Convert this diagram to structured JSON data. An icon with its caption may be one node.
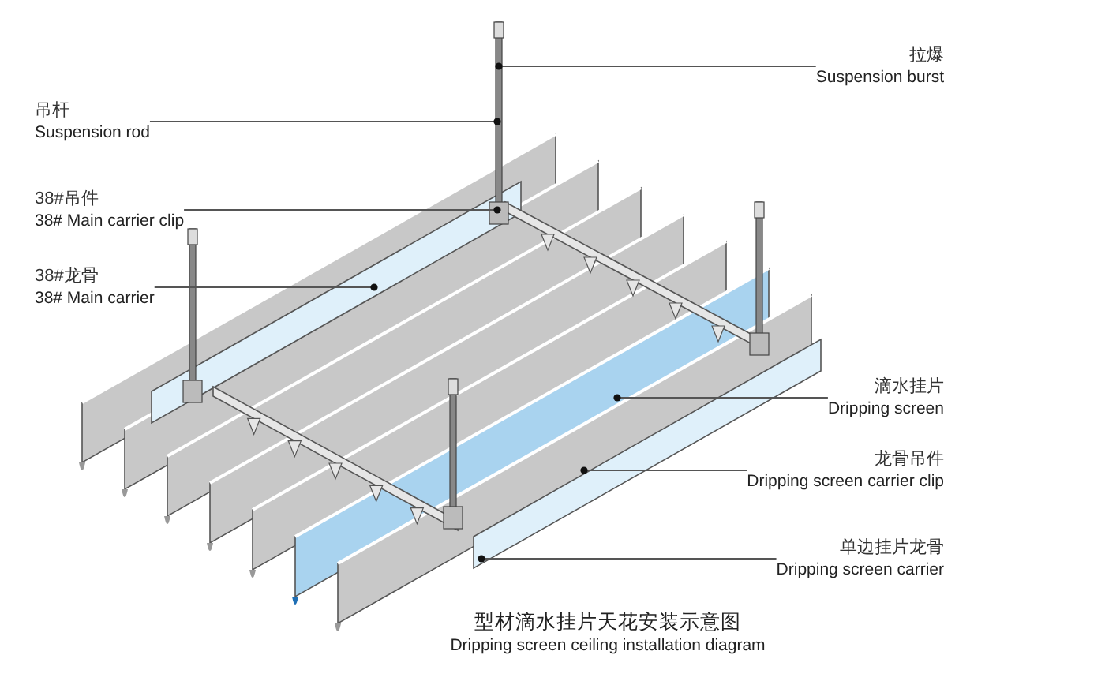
{
  "diagram": {
    "title": "型材滴水挂片天花安装示意图",
    "caption": "Dripping screen ceiling installation diagram",
    "nodes": [
      {
        "text": [
          "拉爆",
          "Suspension burst"
        ]
      },
      {
        "text": [
          "吊杆",
          "Suspension rod"
        ]
      },
      {
        "text": [
          "38#吊件",
          "38# Main carrier clip"
        ]
      },
      {
        "text": [
          "38#龙骨",
          "38# Main carrier"
        ]
      },
      {
        "text": [
          "滴水挂片",
          "Dripping screen"
        ]
      },
      {
        "text": [
          "龙骨吊件",
          "Dripping screen carrier clip"
        ]
      },
      {
        "text": [
          "单边挂片龙骨",
          "Dripping screen carrier"
        ]
      }
    ],
    "edges": [
      {
        "from": 0,
        "to": null,
        "arrow": "other"
      },
      {
        "from": 1,
        "to": null,
        "arrow": "other"
      },
      {
        "from": 2,
        "to": null,
        "arrow": "other"
      },
      {
        "from": 3,
        "to": null,
        "arrow": "other"
      },
      {
        "from": 4,
        "to": null,
        "arrow": "other"
      },
      {
        "from": 5,
        "to": null,
        "arrow": "other"
      },
      {
        "from": 6,
        "to": null,
        "arrow": "other"
      }
    ]
  }
}
